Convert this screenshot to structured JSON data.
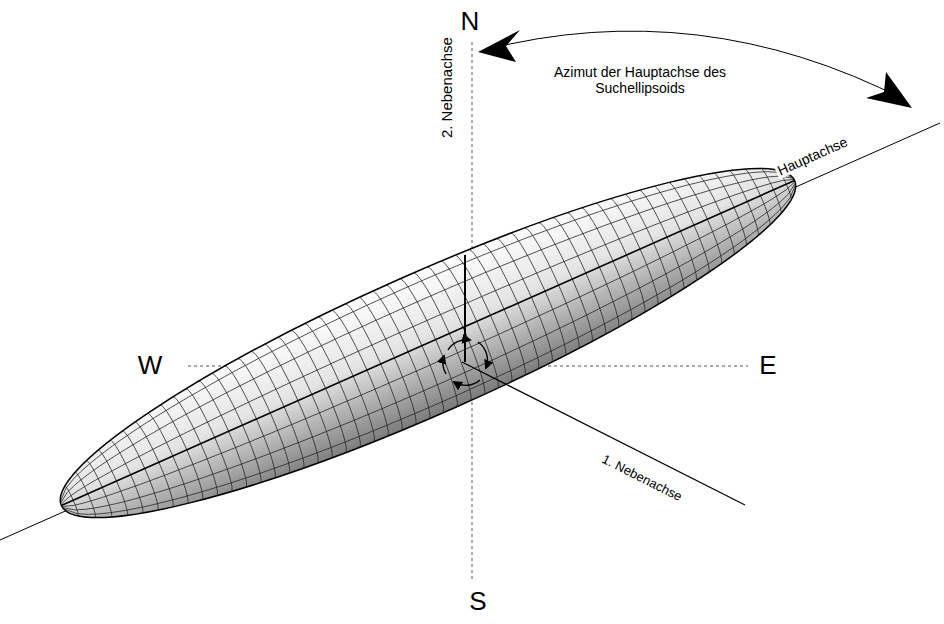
{
  "diagram": {
    "labels": [
      "N",
      "W",
      "E",
      "S",
      "Azimut der Hauptachse des Suchellipsoids",
      "Hauptachse",
      "2. Nebenachse",
      "1. Nebenachse"
    ]
  }
}
